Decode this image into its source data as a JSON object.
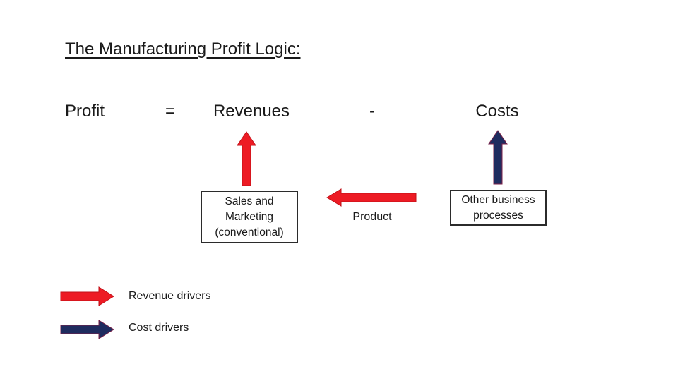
{
  "slide_title": "The Manufacturing Profit Logic:",
  "equation": {
    "profit": "Profit",
    "equals_sign": "=",
    "revenues": "Revenues",
    "minus_sign": "-",
    "costs": "Costs"
  },
  "diagram": {
    "sales_marketing_box": {
      "line1": "Sales and",
      "line2": "Marketing",
      "line3": "(conventional)"
    },
    "other_processes_box": {
      "line1": "Other business",
      "line2": "processes"
    },
    "product_label": "Product"
  },
  "legend": {
    "revenue": {
      "label": "Revenue drivers"
    },
    "cost": {
      "label": "Cost drivers"
    }
  },
  "colors": {
    "revenue_red": "#ED1B24",
    "revenue_red_outline": "#C11119",
    "cost_navy": "#1F2C5F",
    "cost_navy_outline": "#7D2248",
    "text": "#1A1A1A",
    "box_border": "#2B2B2B"
  }
}
